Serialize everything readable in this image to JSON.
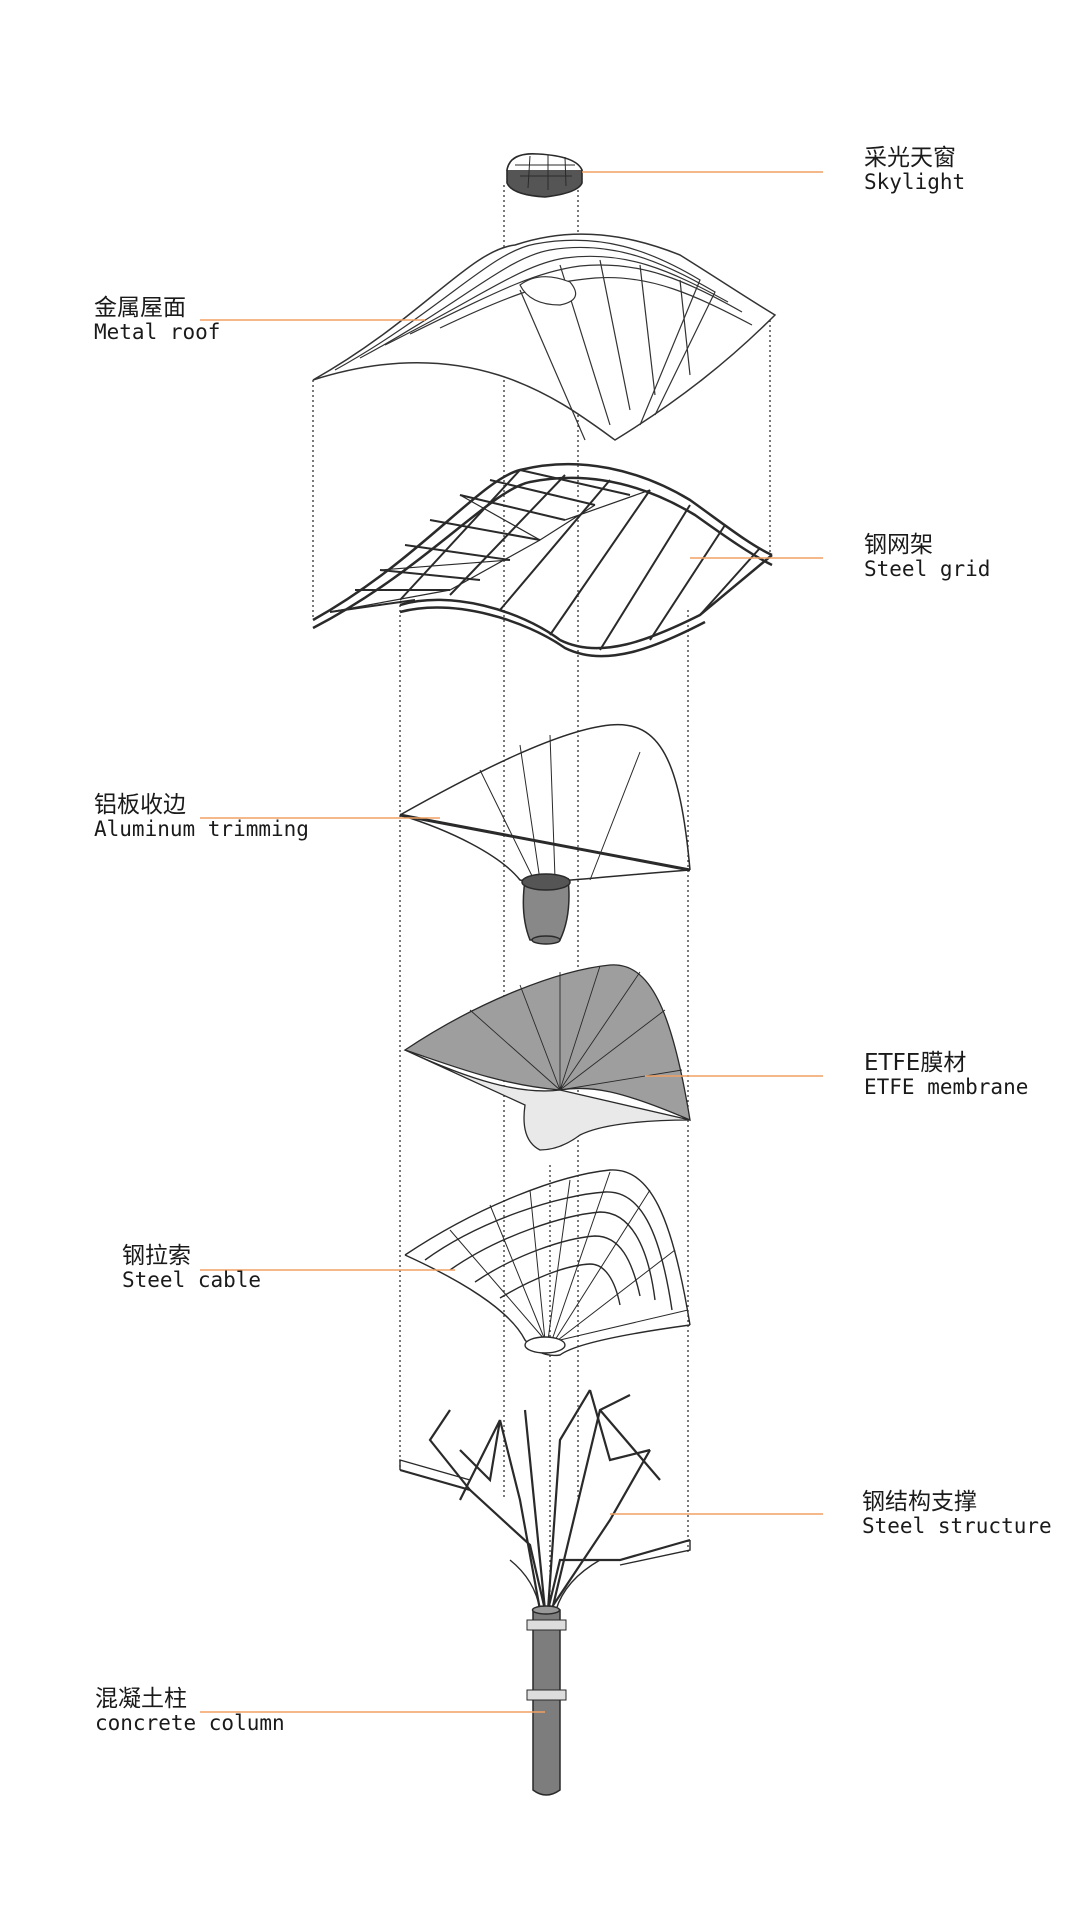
{
  "colors": {
    "leader": "#f0a163",
    "line": "#2a2a2a",
    "dash": "#333333",
    "membrane": "#9a9a9a",
    "column": "#7d7d7d"
  },
  "components": [
    {
      "id": "skylight",
      "zh": "采光天窗",
      "en": "Skylight",
      "icon": "skylight-drawing"
    },
    {
      "id": "metal-roof",
      "zh": "金属屋面",
      "en": "Metal roof",
      "icon": "roof-drawing"
    },
    {
      "id": "steel-grid",
      "zh": "钢网架",
      "en": "Steel grid",
      "icon": "grid-drawing"
    },
    {
      "id": "aluminum-trimming",
      "zh": "铝板收边",
      "en": "Aluminum trimming",
      "icon": "trimming-drawing"
    },
    {
      "id": "etfe-membrane",
      "zh": "ETFE膜材",
      "en": "ETFE membrane",
      "icon": "membrane-drawing"
    },
    {
      "id": "steel-cable",
      "zh": "钢拉索",
      "en": "Steel cable",
      "icon": "cable-drawing"
    },
    {
      "id": "steel-structure",
      "zh": "钢结构支撑",
      "en": "Steel structure",
      "icon": "branch-drawing"
    },
    {
      "id": "concrete-column",
      "zh": "混凝土柱",
      "en": "concrete column",
      "icon": "column-drawing"
    }
  ]
}
